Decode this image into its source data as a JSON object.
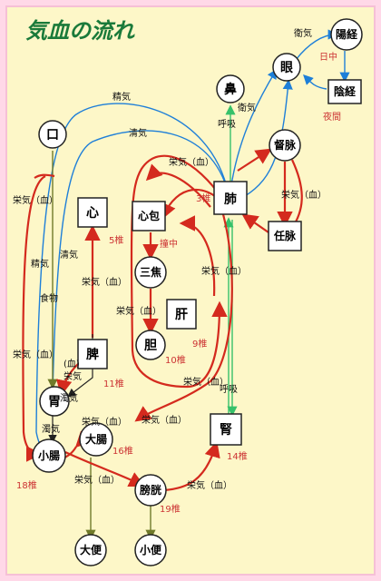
{
  "title": "気血の流れ",
  "nodes": {
    "kuchi": "口",
    "hana": "鼻",
    "me": "眼",
    "youkei": "陽経",
    "inkei": "陰経",
    "hai": "肺",
    "tokumyaku": "督脉",
    "ninmyaku": "任脉",
    "shin": "心",
    "shinpou": "心包",
    "sanshou": "三焦",
    "kan": "肝",
    "tan": "胆",
    "hi": "脾",
    "i": "胃",
    "daichou": "大腸",
    "shouchou": "小腸",
    "jin": "腎",
    "boukou": "膀胱",
    "daiben": "大便",
    "shouben": "小便"
  },
  "labels": {
    "eki": "衛気",
    "seiki_blood": "栄気（血）",
    "seiki": "精気",
    "seiki_clear": "清気",
    "kokyuu": "呼吸",
    "shokumotsu": "食物",
    "dakki": "濁気",
    "nicchuu": "日中",
    "yakan": "夜間",
    "sanchuu": "撞中",
    "blood": "（血）",
    "eiki": "栄気",
    "blood_paren": "(血)"
  },
  "vertebrae": {
    "v3": "3椎",
    "v5": "5椎",
    "v9": "9椎",
    "v10": "10椎",
    "v11": "11椎",
    "v14": "14椎",
    "v16": "16椎",
    "v18": "18椎",
    "v19": "19椎"
  },
  "colors": {
    "red": "#d42a1e",
    "blue": "#1e7fd8",
    "green": "#36c16a",
    "olive": "#707a2a"
  }
}
